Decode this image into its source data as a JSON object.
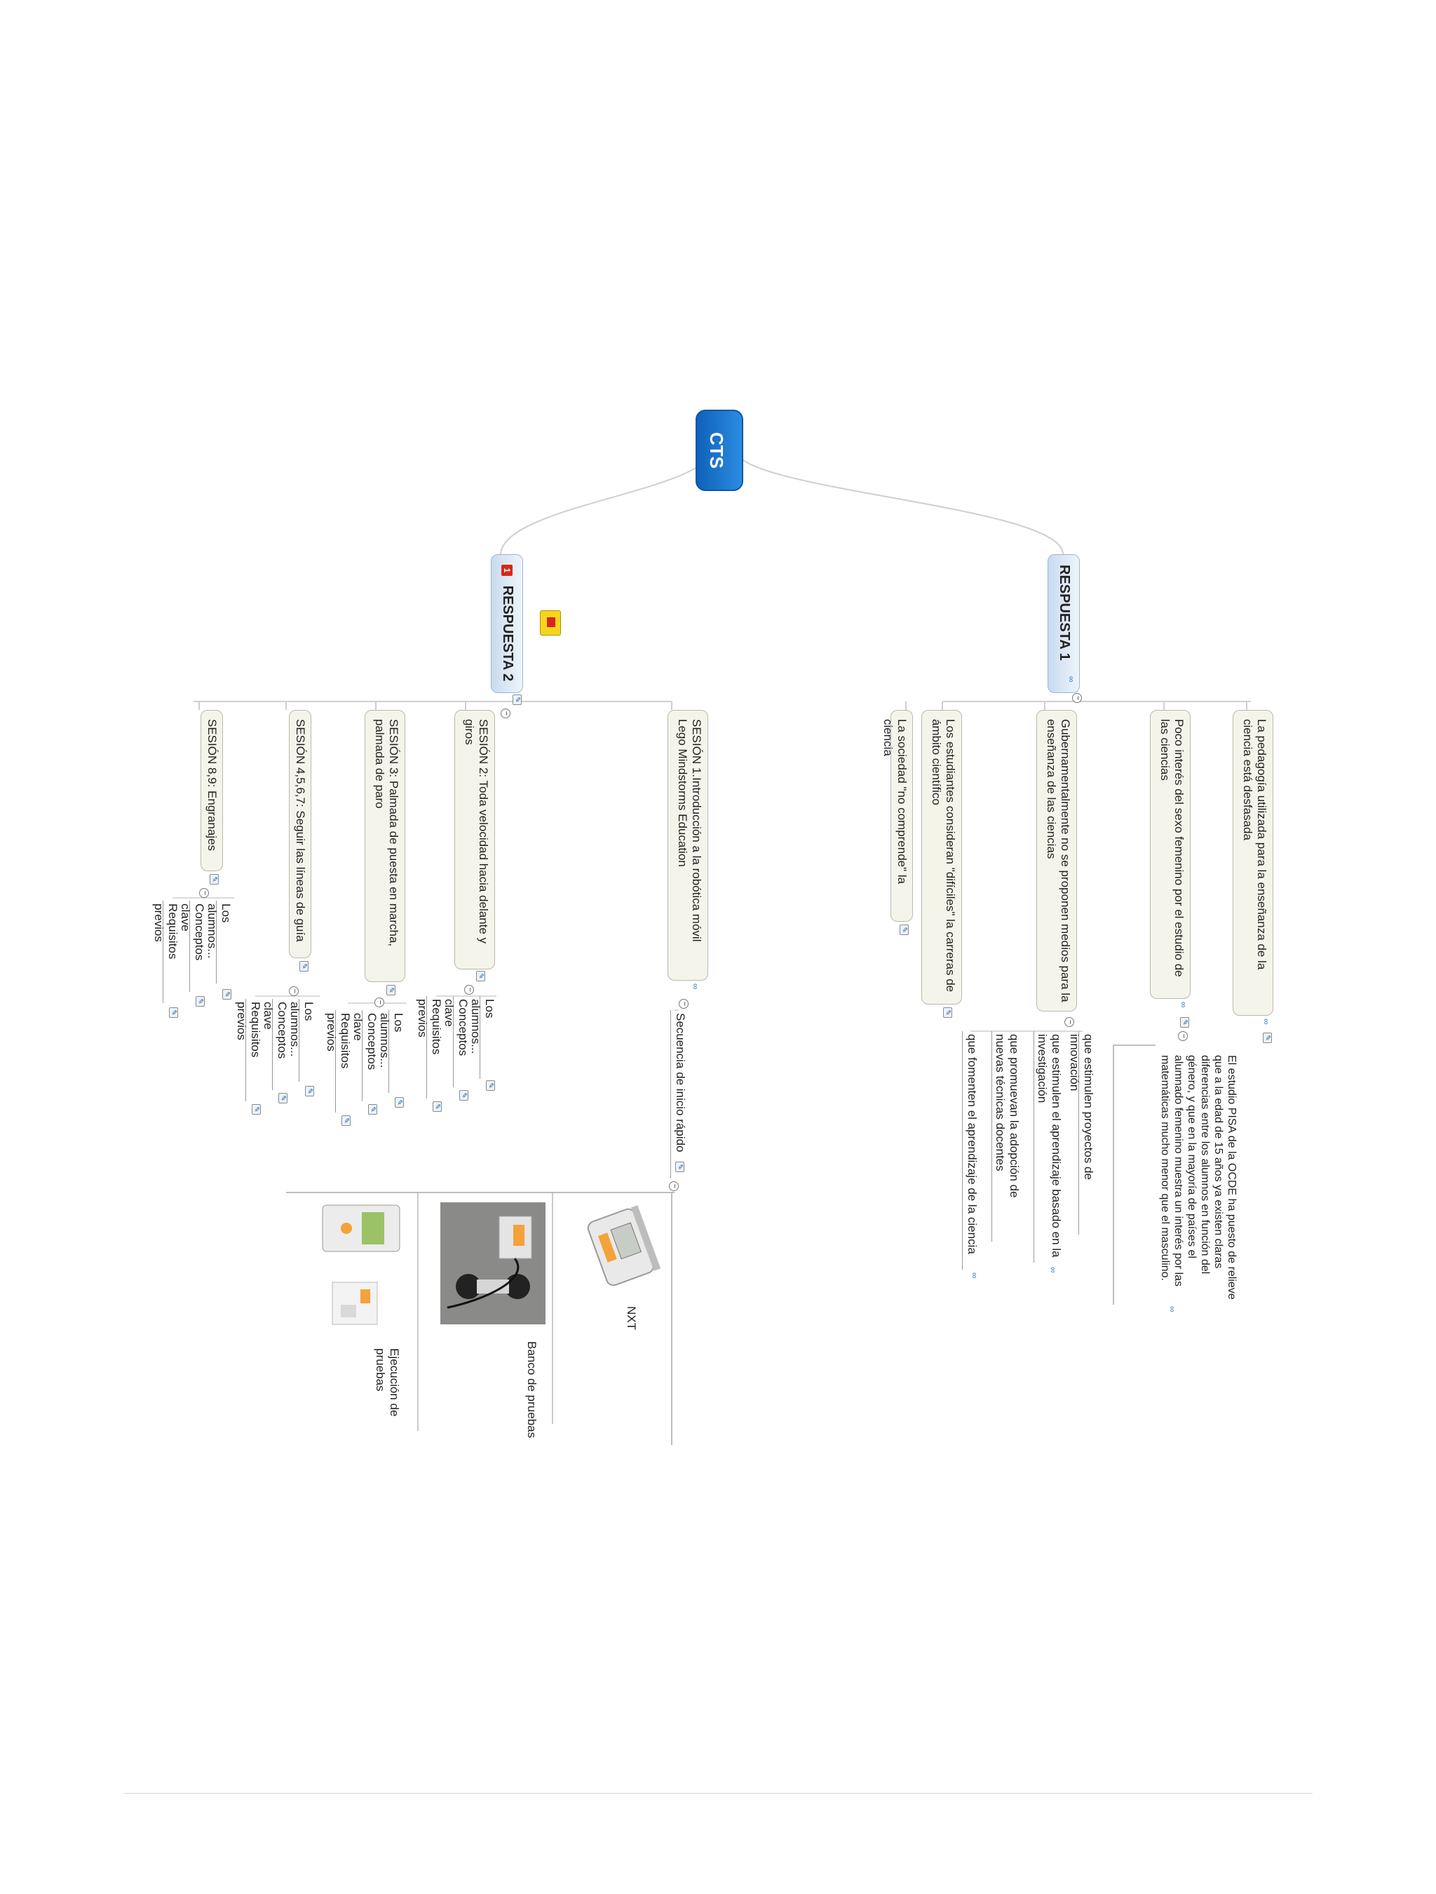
{
  "central": "CTS",
  "respuesta1": {
    "title": "RESPUESTA 1",
    "items": [
      "La pedagogía utilizada para la enseñanza de la ciencia está desfasada",
      "Poco interés del sexo femenino por el estudio de las ciencias",
      "Gubernamentalmente no se proponen medios para la enseñanza de las ciencias",
      "Los estudiantes consideran \"difíciles\" la carreras de ámbito científico",
      "La sociedad \"no comprende\" la ciencia"
    ],
    "pisa": "El estudio PISA de la OCDE ha puesto de relieve que a la edad de 15 años ya existen claras diferencias entre los alumnos en función del género, y que en la mayoría de países el alumnado femenino muestra un interés por las matemáticas mucho menor que el masculino.",
    "gov_sub": [
      "que estimulen proyectos de innovación",
      "que estimulen el aprendizaje basado en la investigación",
      "que promuevan la adopción de nuevas técnicas docentes",
      "que fomenten el aprendizaje de la ciencia"
    ]
  },
  "respuesta2": {
    "flag": "1",
    "title": "RESPUESTA 2",
    "sessions": [
      "SESIÓN 1.Introducción a la robótica móvil Lego Mindstorms Education",
      "SESIÓN 2: Toda velocidad hacia delante y giros",
      "SESIÓN 3: Palmada de puesta en marcha, palmada de paro",
      "SESIÓN 4,5,6,7: Seguir las líneas de guía",
      "SESIÓN 8,9: Engranajes"
    ],
    "sesion1_sub": "Secuencia de inicio rápido",
    "images": [
      "NXT",
      "Banco de pruebas",
      "Ejecución de pruebas"
    ],
    "sub_labels": {
      "alumnos": "Los alumnos...",
      "conceptos": "Conceptos clave",
      "requisitos": "Requisitos previos"
    }
  }
}
